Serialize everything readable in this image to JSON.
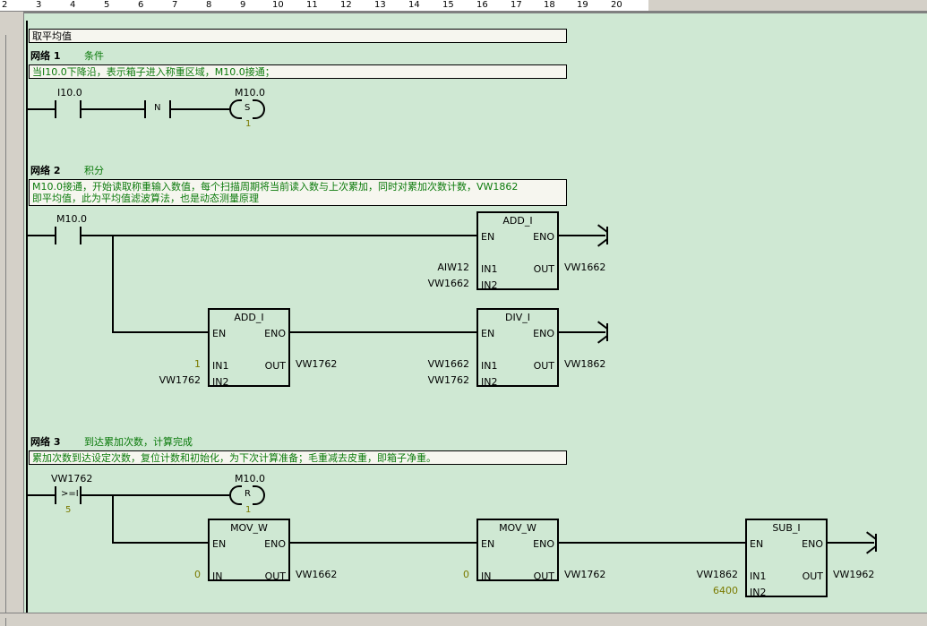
{
  "ruler": [
    "2",
    "3",
    "4",
    "5",
    "6",
    "7",
    "8",
    "9",
    "10",
    "11",
    "12",
    "13",
    "14",
    "15",
    "16",
    "17",
    "18",
    "19",
    "20"
  ],
  "block_title": "取平均值",
  "networks": [
    {
      "label": "网络 1",
      "note": "条件",
      "comment": "当I10.0下降沿，表示箱子进入称重区域，M10.0接通；",
      "contact": "I10.0",
      "edge": "N",
      "coil": {
        "address": "M10.0",
        "type": "S",
        "count": "1"
      }
    },
    {
      "label": "网络 2",
      "note": "积分",
      "comment_line1": "M10.0接通，开始读取称重输入数值，每个扫描周期将当前读入数与上次累加，同时对累加次数计数，VW1862",
      "comment_line2": "即平均值，此为平均值滤波算法，也是动态测量原理",
      "contact": "M10.0",
      "add1": {
        "name": "ADD_I",
        "en": "EN",
        "eno": "ENO",
        "in1_pin": "IN1",
        "in2_pin": "IN2",
        "out_pin": "OUT",
        "in1": "AIW12",
        "in2": "VW1662",
        "out": "VW1662"
      },
      "add2": {
        "name": "ADD_I",
        "en": "EN",
        "eno": "ENO",
        "in1_pin": "IN1",
        "in2_pin": "IN2",
        "out_pin": "OUT",
        "in1": "1",
        "in2": "VW1762",
        "out": "VW1762"
      },
      "div": {
        "name": "DIV_I",
        "en": "EN",
        "eno": "ENO",
        "in1_pin": "IN1",
        "in2_pin": "IN2",
        "out_pin": "OUT",
        "in1": "VW1662",
        "in2": "VW1762",
        "out": "VW1862"
      }
    },
    {
      "label": "网络 3",
      "note": "到达累加次数，计算完成",
      "comment": "累加次数到达设定次数，复位计数和初始化，为下次计算准备；毛重减去皮重，即箱子净重。",
      "contact": "VW1762",
      "compare": ">=I",
      "compare_value": "5",
      "coil": {
        "address": "M10.0",
        "type": "R",
        "count": "1"
      },
      "mov1": {
        "name": "MOV_W",
        "en": "EN",
        "eno": "ENO",
        "in_pin": "IN",
        "out_pin": "OUT",
        "in": "0",
        "out": "VW1662"
      },
      "mov2": {
        "name": "MOV_W",
        "en": "EN",
        "eno": "ENO",
        "in_pin": "IN",
        "out_pin": "OUT",
        "in": "0",
        "out": "VW1762"
      },
      "sub": {
        "name": "SUB_I",
        "en": "EN",
        "eno": "ENO",
        "in1_pin": "IN1",
        "in2_pin": "IN2",
        "out_pin": "OUT",
        "in1": "VW1862",
        "in2": "6400",
        "out": "VW1962"
      }
    }
  ]
}
